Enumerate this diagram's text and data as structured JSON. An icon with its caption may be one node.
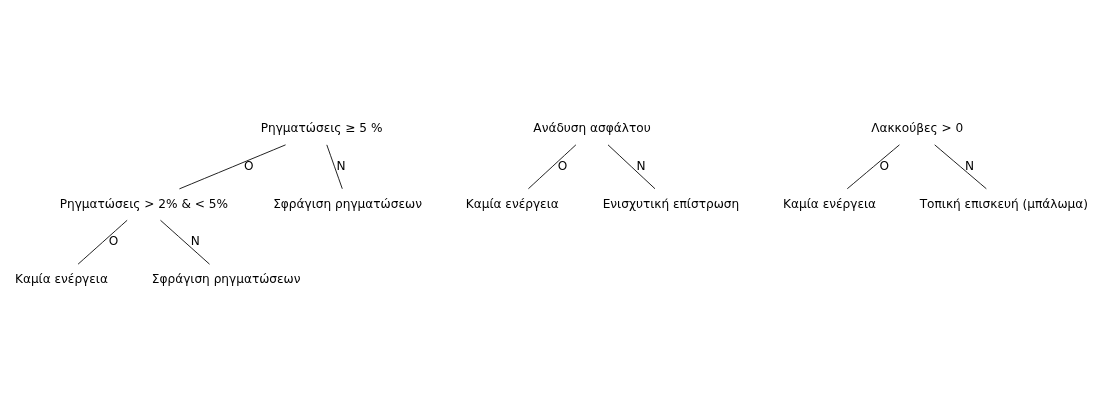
{
  "diagram": {
    "nodes": [
      {
        "text": [
          "Ρηγματώσεις ≥ 5 %"
        ]
      },
      {
        "text": [
          "Ρηγματώσεις > 2% & < 5%"
        ]
      },
      {
        "text": [
          "Σφράγιση ρηγματώσεων"
        ]
      },
      {
        "text": [
          "Καμία ενέργεια"
        ]
      },
      {
        "text": [
          "Σφράγιση ρηγματώσεων"
        ]
      },
      {
        "text": [
          "Ανάδυση ασφάλτου"
        ]
      },
      {
        "text": [
          "Καμία ενέργεια"
        ]
      },
      {
        "text": [
          "Ενισχυτική επίστρωση"
        ]
      },
      {
        "text": [
          "Λακκούβες > 0"
        ]
      },
      {
        "text": [
          "Καμία ενέργεια"
        ]
      },
      {
        "text": [
          "Τοπική επισκευή (μπάλωμα)"
        ]
      }
    ],
    "edges": [
      {
        "from": 0,
        "to": 1,
        "arrow": "none",
        "label": "Ο"
      },
      {
        "from": 0,
        "to": 2,
        "arrow": "none",
        "label": "Ν"
      },
      {
        "from": 1,
        "to": 3,
        "arrow": "none",
        "label": "Ο"
      },
      {
        "from": 1,
        "to": 4,
        "arrow": "none",
        "label": "Ν"
      },
      {
        "from": 5,
        "to": 6,
        "arrow": "none",
        "label": "Ο"
      },
      {
        "from": 5,
        "to": 7,
        "arrow": "none",
        "label": "Ν"
      },
      {
        "from": 8,
        "to": 9,
        "arrow": "none",
        "label": "Ο"
      },
      {
        "from": 8,
        "to": 10,
        "arrow": "none",
        "label": "Ν"
      }
    ]
  }
}
